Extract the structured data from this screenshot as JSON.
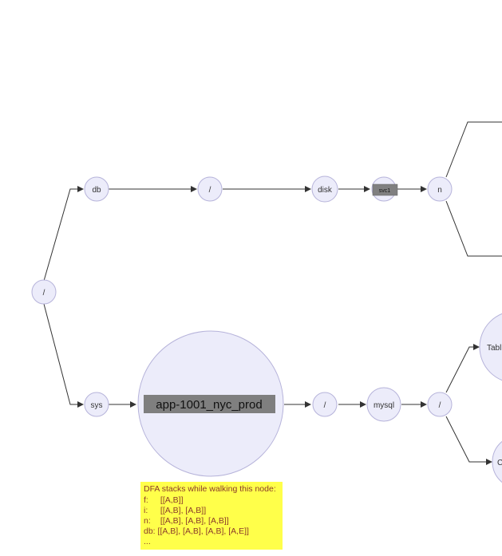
{
  "diagram": {
    "nodes": {
      "root": "/",
      "db": "db",
      "db_slash": "/",
      "disk": "disk",
      "svc1": "svc1",
      "n": "n",
      "sys": "sys",
      "app": "app-1001_nyc_prod",
      "sys_slash": "/",
      "mysql": "mysql",
      "mysql_slash": "/",
      "tabl": "Tabl",
      "partial_c": "C"
    }
  },
  "note": {
    "title": "DFA stacks while walking this node:",
    "rows": [
      {
        "key": "f:",
        "value": "[[A,B]]"
      },
      {
        "key": "i:",
        "value": "[[A,B], [A,B]]"
      },
      {
        "key": "n:",
        "value": "[[A,B], [A,B], [A,B]]"
      },
      {
        "key": "db:",
        "value": "[[A,B], [A,B], [A,B], [A,E]]"
      }
    ],
    "ellipsis": "..."
  },
  "colors": {
    "node_fill": "#ececfa",
    "node_stroke": "#b6b3da",
    "edge": "#333333",
    "label_box": "#7f7f7f",
    "note_bg": "#ffff4a",
    "note_text": "#8a3a2a"
  }
}
